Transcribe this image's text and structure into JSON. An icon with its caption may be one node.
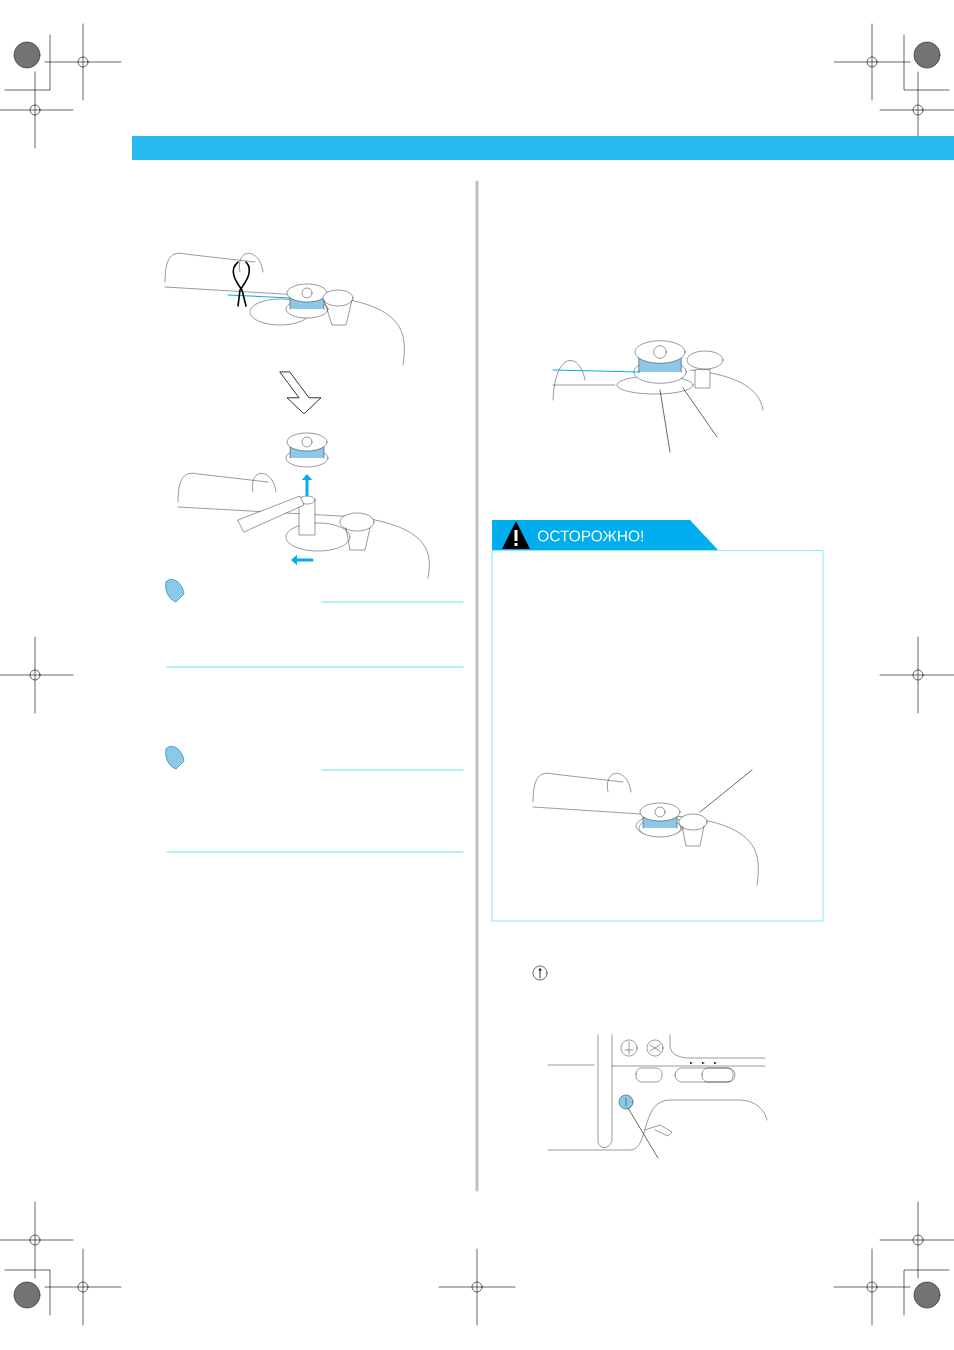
{
  "diagram": {
    "nodes": [
      {
        "text": [],
        "shape": "picture"
      },
      {
        "text": [],
        "shape": "picture"
      },
      {
        "text": [
          "ОСТОРОЖНО!"
        ]
      }
    ],
    "edges": [
      {
        "from": 0,
        "to": 1,
        "arrow": "to"
      }
    ]
  }
}
